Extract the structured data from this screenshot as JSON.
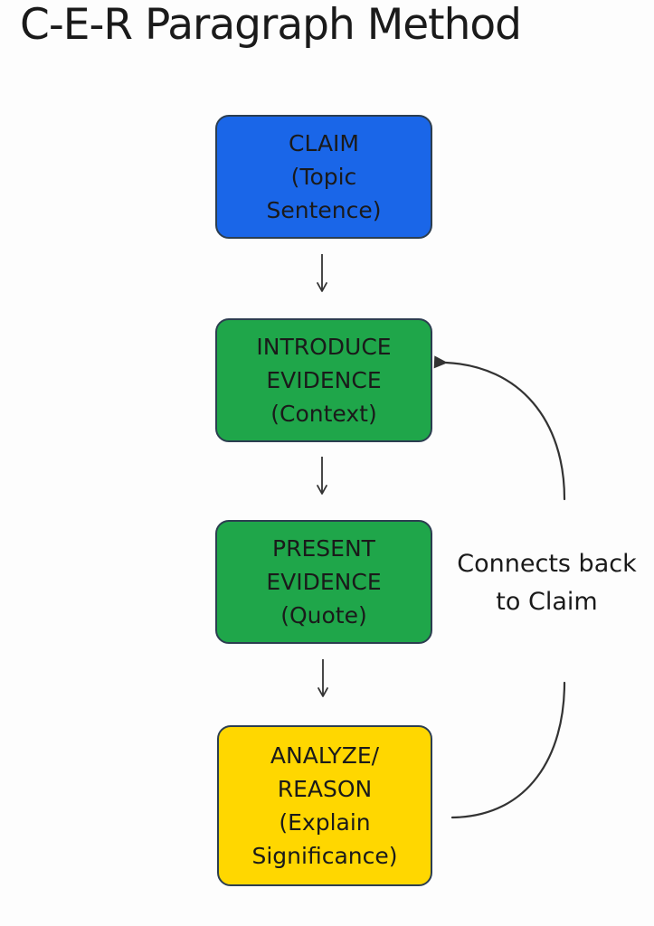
{
  "title": "C-E-R Paragraph Method",
  "colors": {
    "claim": "#1a66e8",
    "evidence": "#1fa64a",
    "analyze": "#ffd700",
    "border": "#2c3e50",
    "arrow": "#333333"
  },
  "nodes": {
    "claim": {
      "lines": [
        "CLAIM",
        "(Topic",
        "Sentence)"
      ]
    },
    "intro": {
      "lines": [
        "INTRODUCE",
        "EVIDENCE",
        "(Context)"
      ]
    },
    "present": {
      "lines": [
        "PRESENT",
        "EVIDENCE",
        "(Quote)"
      ]
    },
    "analyze": {
      "lines": [
        "ANALYZE/",
        "REASON",
        "(Explain",
        "Significance)"
      ]
    }
  },
  "loop": {
    "label_lines": [
      "Connects back",
      "to Claim"
    ]
  }
}
